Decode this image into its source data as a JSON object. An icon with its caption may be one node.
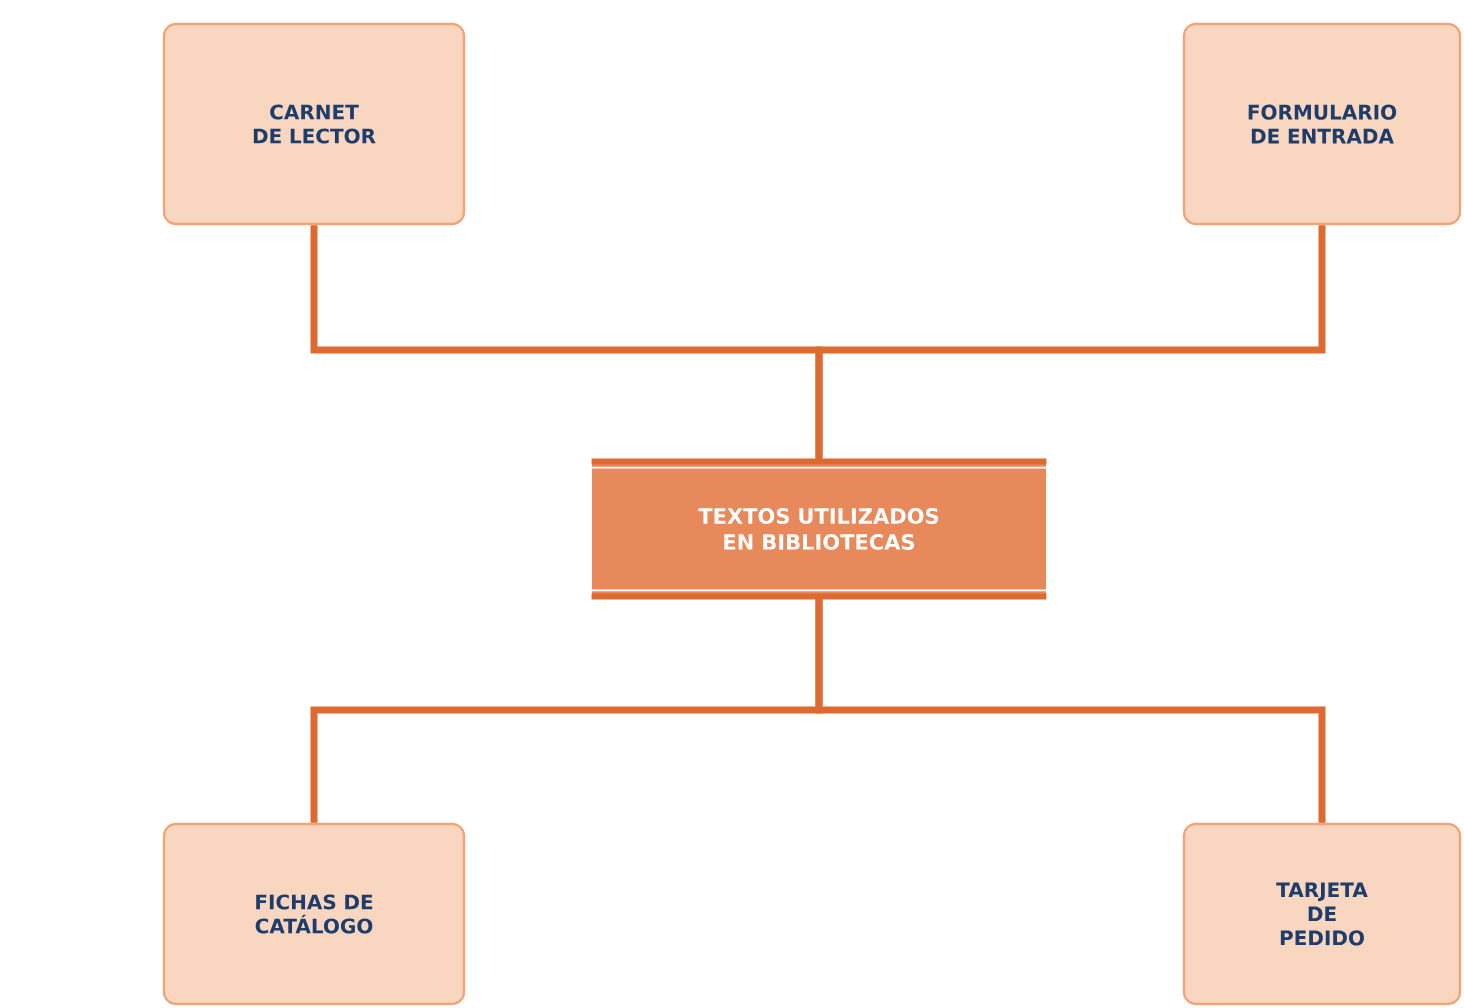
{
  "diagram": {
    "nodes": [
      {
        "text": [
          "CARNET DE LECTOR"
        ]
      },
      {
        "text": [
          "FORMULARIO DE ENTRADA"
        ]
      },
      {
        "text": [
          "TEXTOS UTILIZADOS EN BIBLIOTECAS"
        ]
      },
      {
        "text": [
          "FICHAS DE CATÁLOGO"
        ]
      },
      {
        "text": [
          "TARJETA DE PEDIDO"
        ]
      }
    ],
    "edges": [
      {
        "from": 2,
        "to": 0,
        "arrow": "none"
      },
      {
        "from": 2,
        "to": 1,
        "arrow": "none"
      },
      {
        "from": 2,
        "to": 3,
        "arrow": "none"
      },
      {
        "from": 2,
        "to": 4,
        "arrow": "none"
      }
    ]
  }
}
